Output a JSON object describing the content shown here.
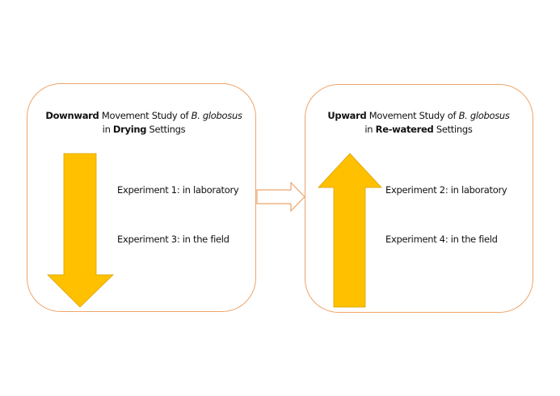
{
  "colors": {
    "border": "#eea46a",
    "arrow_fill": "#FFC000",
    "arrow_stroke": "#d9a200"
  },
  "left_panel": {
    "title_bold": "Downward",
    "title_mid": " Movement Study of ",
    "title_italic": "B. globosus",
    "line2_pre": "in ",
    "line2_bold": "Drying",
    "line2_post": " Settings",
    "experiments": [
      "Experiment 1: in laboratory",
      "Experiment 3: in the field"
    ]
  },
  "right_panel": {
    "title_bold": "Upward",
    "title_mid": " Movement Study of ",
    "title_italic": "B. globosus",
    "line2_pre": "in ",
    "line2_bold": "Re-watered",
    "line2_post": " Settings",
    "experiments": [
      "Experiment 2: in laboratory",
      "Experiment 4: in the field"
    ]
  }
}
